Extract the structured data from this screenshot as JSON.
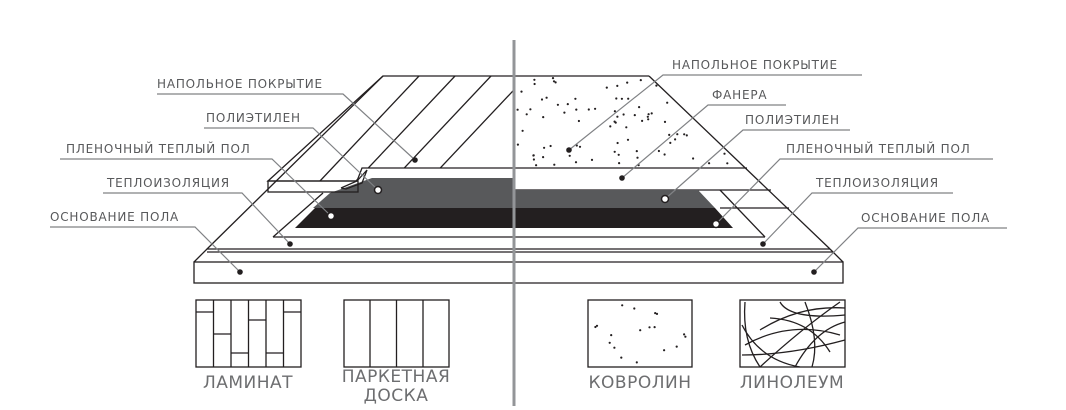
{
  "colors": {
    "line": "#231f20",
    "film_gray": "#58595b",
    "film_black": "#231f20",
    "divider": "#939598",
    "label": "#58595b"
  },
  "left_labels": {
    "floor_covering": "НАПОЛЬНОЕ ПОКРЫТИЕ",
    "polyethylene": "ПОЛИЭТИЛЕН",
    "film_heating": "ПЛЕНОЧНЫЙ ТЕПЛЫЙ ПОЛ",
    "insulation": "ТЕПЛОИЗОЛЯЦИЯ",
    "base": "ОСНОВАНИЕ ПОЛА"
  },
  "right_labels": {
    "floor_covering": "НАПОЛЬНОЕ ПОКРЫТИЕ",
    "plywood": "ФАНЕРА",
    "polyethylene": "ПОЛИЭТИЛЕН",
    "film_heating": "ПЛЕНОЧНЫЙ ТЕПЛЫЙ ПОЛ",
    "insulation": "ТЕПЛОИЗОЛЯЦИЯ",
    "base": "ОСНОВАНИЕ ПОЛА"
  },
  "materials": {
    "laminate": "ЛАМИНАТ",
    "parquet_line1": "ПАРКЕТНАЯ",
    "parquet_line2": "ДОСКА",
    "carpet": "КОВРОЛИН",
    "linoleum": "ЛИНОЛЕУМ"
  }
}
